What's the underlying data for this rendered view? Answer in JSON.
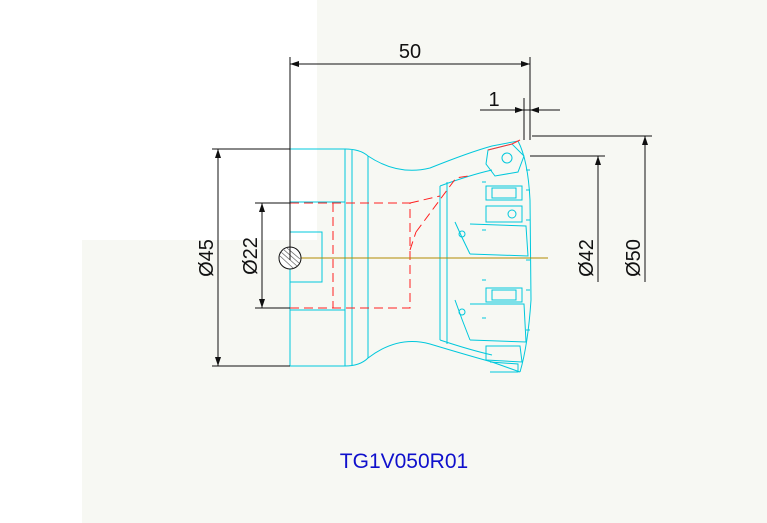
{
  "drawing": {
    "model_code": "TG1V050R01",
    "dimensions": {
      "overall_length": "50",
      "insert_offset": "1",
      "body_diameter": "Ø45",
      "bore_diameter": "Ø22",
      "inner_cutting_diameter": "Ø42",
      "cutting_diameter": "Ø50"
    },
    "colors": {
      "paper": "#f7f8f3",
      "body_outline": "#00c8dc",
      "hidden_lines": "#ff2020",
      "dimension_lines": "#101010",
      "center_line": "#b08a00",
      "title_text": "#1010cc"
    }
  }
}
